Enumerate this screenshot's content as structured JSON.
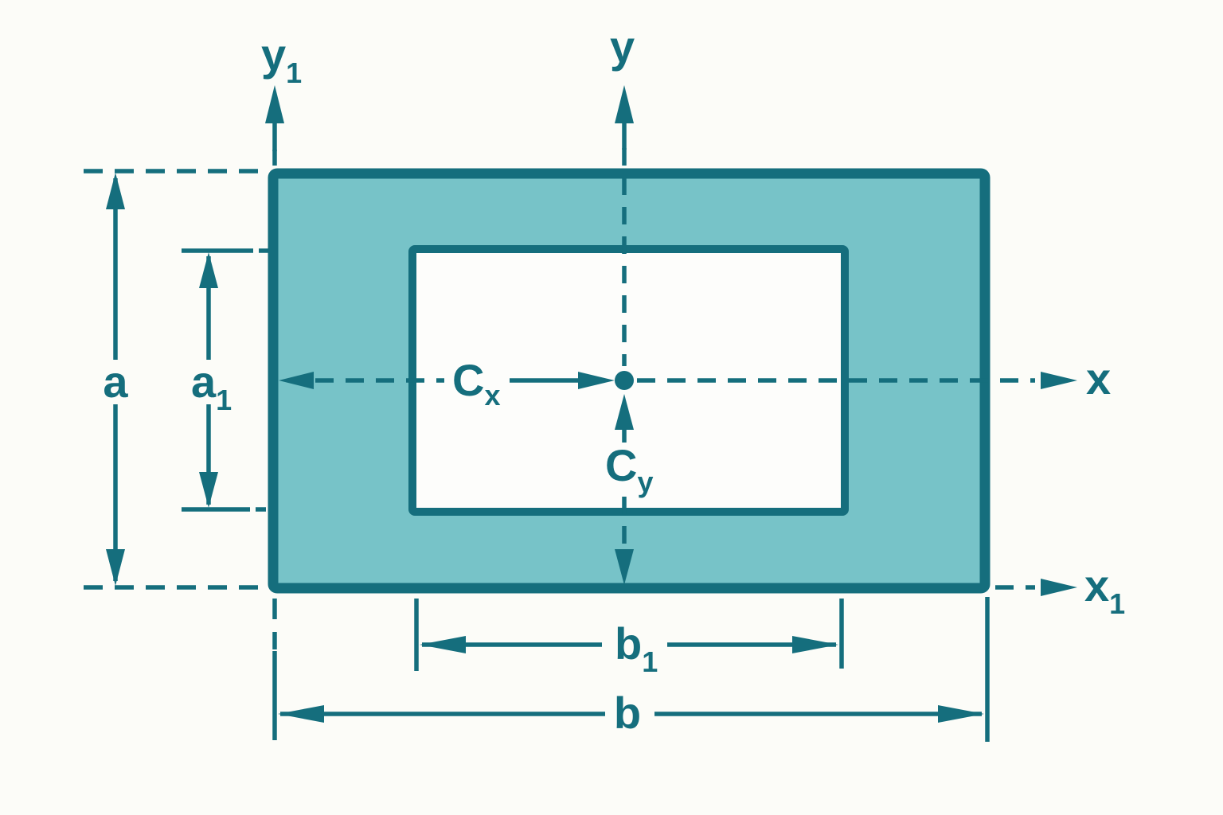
{
  "figure": {
    "type": "cross-section-diagram",
    "colors": {
      "section_fill": "#77c3c8",
      "line": "#156e7d",
      "hole_fill": "#ffffff",
      "background": "#fcfcf8"
    },
    "labels": {
      "axis_y1_base": "y",
      "axis_y1_sub": "1",
      "axis_y": "y",
      "axis_x": "x",
      "axis_x1_base": "x",
      "axis_x1_sub": "1",
      "dim_a": "a",
      "dim_a1_base": "a",
      "dim_a1_sub": "1",
      "dim_b": "b",
      "dim_b1_base": "b",
      "dim_b1_sub": "1",
      "centroid_x_base": "C",
      "centroid_x_sub": "x",
      "centroid_y_base": "C",
      "centroid_y_sub": "y"
    }
  }
}
